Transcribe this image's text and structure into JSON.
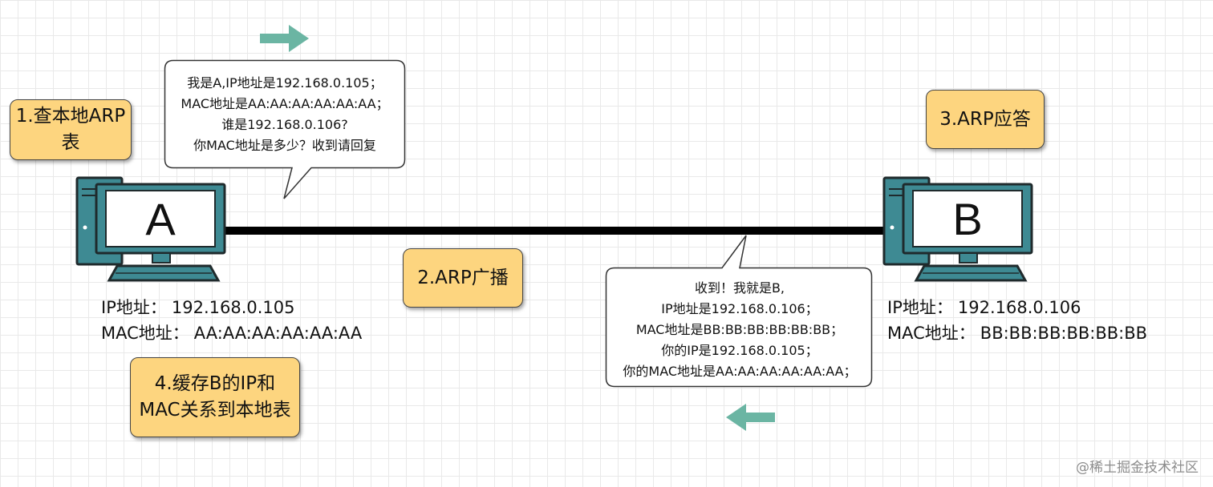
{
  "steps": {
    "step1": [
      "1.查本地ARP",
      "表"
    ],
    "step2": "2.ARP广播",
    "step3": "3.ARP应答",
    "step4": [
      "4.缓存B的IP和",
      "MAC关系到本地表"
    ]
  },
  "host_a": {
    "label": "A",
    "ip_label": "IP地址：",
    "ip_value": "192.168.0.105",
    "mac_label": "MAC地址：",
    "mac_value": "AA:AA:AA:AA:AA:AA"
  },
  "host_b": {
    "label": "B",
    "ip_label": "IP地址：",
    "ip_value": "192.168.0.106",
    "mac_label": "MAC地址：",
    "mac_value": "BB:BB:BB:BB:BB:BB"
  },
  "bubble_request": [
    "我是A,IP地址是192.168.0.105；",
    "MAC地址是AA:AA:AA:AA:AA:AA；",
    "谁是192.168.0.106?",
    "你MAC地址是多少？收到请回复"
  ],
  "bubble_reply": [
    "收到！我就是B,",
    "IP地址是192.168.0.106；",
    "MAC地址是BB:BB:BB:BB:BB:BB；",
    "你的IP是192.168.0.105；",
    "你的MAC地址是AA:AA:AA:AA:AA:AA；"
  ],
  "watermark": "@稀土掘金技术社区",
  "colors": {
    "note_fill": "#fdd57f",
    "computer_teal": "#3e8a93",
    "arrow_teal": "#6bb5a3",
    "link_line": "#000000"
  },
  "icons": {
    "arrow_right": "arrow-right-icon",
    "arrow_left": "arrow-left-icon",
    "computer": "computer-icon"
  }
}
